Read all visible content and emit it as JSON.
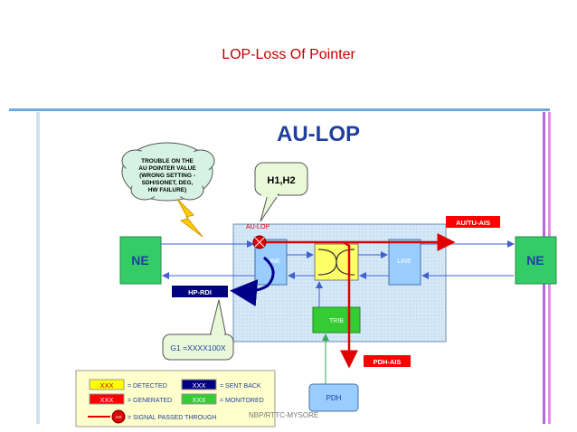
{
  "slide": {
    "title": "LOP-Loss Of Pointer",
    "footer": "NBP/RTTC-MYSORE"
  },
  "diagram": {
    "heading": "AU-LOP",
    "cloud_text": [
      "TROUBLE ON THE",
      "AU POINTER VALUE",
      "(WRONG SETTING -",
      "SDH/SONET, DEG,",
      "HW FAILURE)"
    ],
    "callout_h1h2": "H1,H2",
    "callout_g1": "G1 =XXXX100X",
    "ne_left": "NE",
    "ne_right": "NE",
    "line_left": "LINE",
    "line_right": "LINE",
    "trib": "TRIB",
    "pdh": "PDH",
    "labels": {
      "au_lop": "AU-LOP",
      "au_tu_ais": "AU/TU-AIS",
      "hp_rdi": "HP-RDI",
      "pdh_ais": "PDH-AIS"
    },
    "legend": {
      "detected_box": "XXX",
      "detected_label": "= DETECTED",
      "sent_back_box": "XXX",
      "sent_back_label": "= SENT BACK",
      "generated_box": "XXX",
      "generated_label": "= GENERATED",
      "monitored_box": "XXX",
      "monitored_label": "= MONITORED",
      "signal_icon": "AIS",
      "signal_label": "= SIGNAL PASSED THROUGH"
    },
    "colors": {
      "heading": "#1f3f9f",
      "detected": "#ffff00",
      "generated": "#ff0000",
      "sent_back": "#000080",
      "monitored": "#33cc33",
      "ne": "#33cc66",
      "line_block": "#99ccff",
      "trib": "#33cc33",
      "pdh": "#99ccff",
      "main_box": "#cce5f7"
    }
  }
}
